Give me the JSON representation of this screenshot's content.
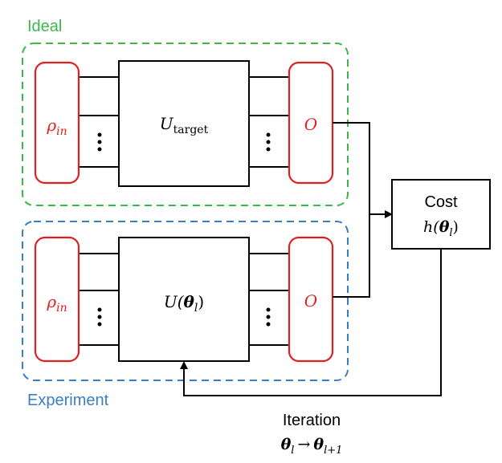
{
  "labels": {
    "ideal": "Ideal",
    "experiment": "Experiment",
    "rho_in": "ρ",
    "rho_sub": "in",
    "observable": "O",
    "u_target_main": "U",
    "u_target_sub": "target",
    "u_theta_prefix": "U(",
    "theta": "θ",
    "theta_sub": "l",
    "close_paren": ")",
    "cost_title": "Cost",
    "cost_h_prefix": "h(",
    "iteration_title": "Iteration",
    "arrow": "→",
    "theta_next_sub": "l+1"
  },
  "colors": {
    "ideal_green": "#3cb84a",
    "experiment_blue": "#3a7fc4",
    "state_red": "#e02020",
    "line_black": "#000000"
  }
}
